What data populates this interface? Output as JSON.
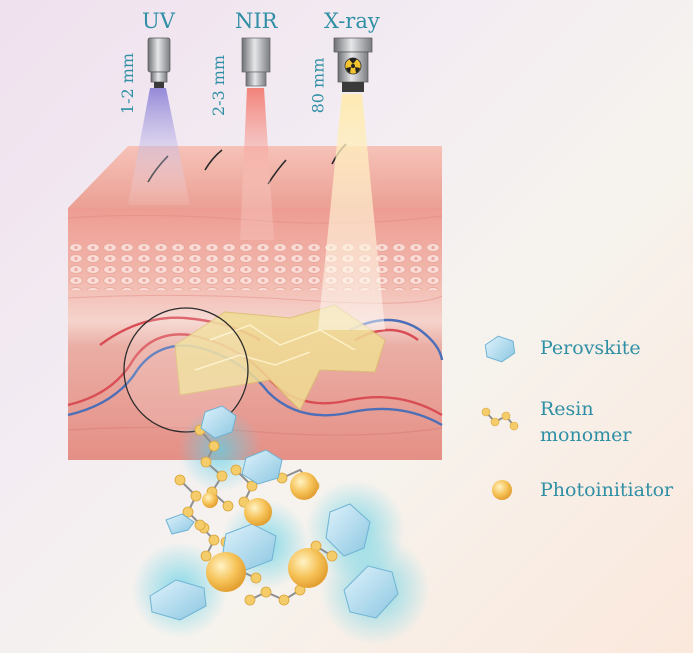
{
  "sources": [
    {
      "name": "UV",
      "depth": "1-2 mm",
      "color": "#8f86d8"
    },
    {
      "name": "NIR",
      "depth": "2-3 mm",
      "color": "#ef7e74"
    },
    {
      "name": "X-ray",
      "depth": "80 mm",
      "color": "#f6d98a"
    }
  ],
  "legend": {
    "perovskite": "Perovskite",
    "resin_line1": "Resin",
    "resin_line2": "monomer",
    "photoinitiator": "Photoinitiator"
  },
  "colors": {
    "text": "#2f8fa5",
    "skin": "#eea79c",
    "perovskite": "#a9d6ea",
    "photoinitiator": "#f4b94a",
    "vessel_red": "#d94e55",
    "vessel_blue": "#4d6fb7"
  }
}
